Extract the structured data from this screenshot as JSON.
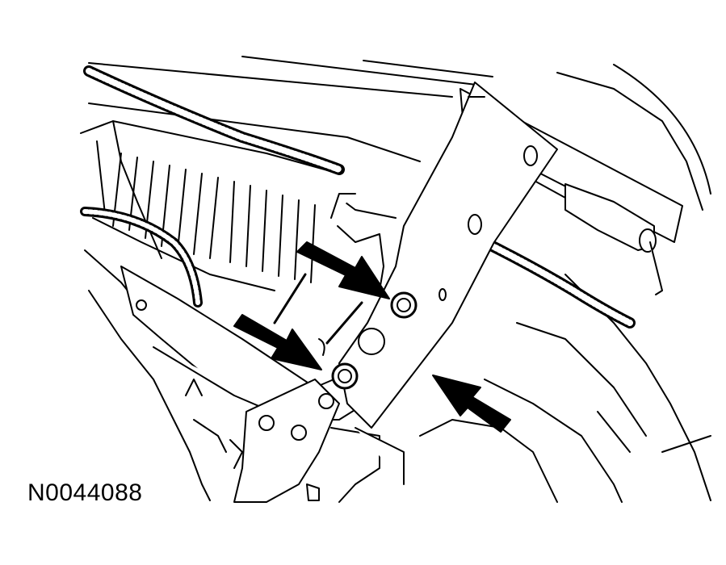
{
  "figure": {
    "reference_code": "N0044088",
    "line_color": "#000000",
    "background_color": "#ffffff"
  },
  "components": {
    "bracket": "vertical-support-bracket",
    "bolt_upper": "bolt",
    "bolt_lower": "bolt",
    "harness_upper": "wiring-harness",
    "harness_left": "wiring-harness",
    "harness_right": "wiring-harness"
  },
  "callouts": {
    "count": 3,
    "arrow_style": "solid-black"
  }
}
